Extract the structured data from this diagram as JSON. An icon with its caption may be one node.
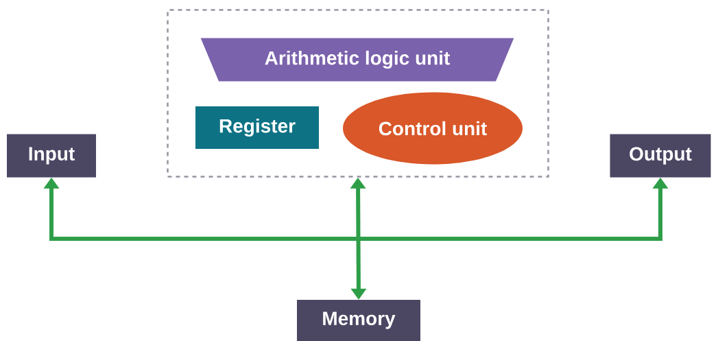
{
  "diagram": {
    "nodes": [
      {
        "text": [
          "Input"
        ]
      },
      {
        "text": [],
        "shape": "box"
      },
      {
        "text": [
          "Arithmetic logic unit"
        ],
        "in": 1
      },
      {
        "text": [
          "Register"
        ],
        "in": 1
      },
      {
        "text": [
          "Control unit"
        ],
        "in": 1
      },
      {
        "text": [
          "Output"
        ]
      },
      {
        "text": [
          "Memory"
        ]
      }
    ],
    "edges": [
      {
        "from": 0,
        "to": 5,
        "arrow": "both"
      },
      {
        "from": 1,
        "to": 6,
        "arrow": "both"
      }
    ]
  }
}
